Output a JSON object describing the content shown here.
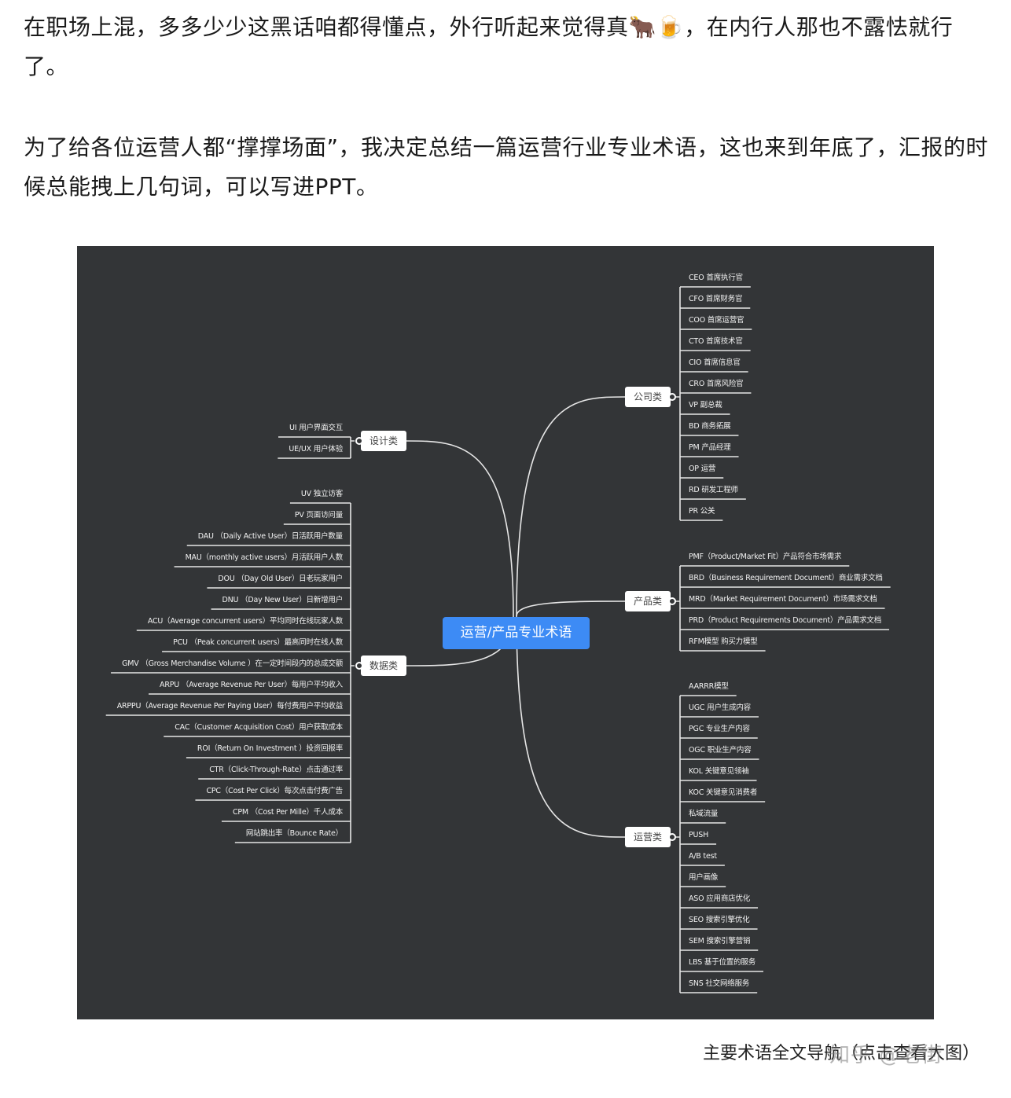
{
  "article": {
    "paragraph_1": "在职场上混，多多少少这黑话咱都得懂点，外行听起来觉得真🐂🍺，在内行人那也不露怯就行了。",
    "paragraph_2": "为了给各位运营人都“撑撑场面”，我决定总结一篇运营行业专业术语，这也来到年底了，汇报的时候总能拽上几句词，可以写进PPT。"
  },
  "mindmap": {
    "center": "运营/产品专业术语",
    "branches": [
      {
        "label": "公司类",
        "side": "right",
        "items": [
          "CEO 首席执行官",
          "CFO 首席财务官",
          "COO 首席运营官",
          "CTO 首席技术官",
          "CIO 首席信息官",
          "CRO 首席风险官",
          "VP 副总裁",
          "BD 商务拓展",
          "PM 产品经理",
          "OP 运营",
          "RD 研发工程师",
          "PR 公关"
        ]
      },
      {
        "label": "产品类",
        "side": "right",
        "items": [
          "PMF（Product/Market Fit）产品符合市场需求",
          "BRD（Business Requirement Document）商业需求文档",
          "MRD（Market Requirement Document）市场需求文档",
          "PRD（Product Requirements Document）产品需求文档",
          "RFM模型 购买力模型"
        ]
      },
      {
        "label": "运营类",
        "side": "right",
        "items": [
          "AARRR模型",
          "UGC 用户生成内容",
          "PGC 专业生产内容",
          "OGC 职业生产内容",
          "KOL 关键意见领袖",
          "KOC 关键意见消费者",
          "私域流量",
          "PUSH",
          "A/B test",
          "用户画像",
          "ASO 应用商店优化",
          "SEO 搜索引擎优化",
          "SEM 搜索引擎营销",
          "LBS 基于位置的服务",
          "SNS 社交网络服务"
        ]
      },
      {
        "label": "设计类",
        "side": "left",
        "items": [
          "UI 用户界面交互",
          "UE/UX 用户体验"
        ]
      },
      {
        "label": "数据类",
        "side": "left",
        "items": [
          "UV 独立访客",
          "PV 页面访问量",
          "DAU （Daily Active User）日活跃用户数量",
          "MAU（monthly active users）月活跃用户人数",
          "DOU （Day Old User）日老玩家用户",
          "DNU （Day New User）日新增用户",
          "ACU（Average concurrent users）平均同时在线玩家人数",
          "PCU （Peak concurrent users）最高同时在线人数",
          "GMV （Gross Merchandise Volume ）在一定时间段内的总成交额",
          "ARPU （Average Revenue Per User）每用户平均收入",
          "ARPPU（Average Revenue Per Paying User）每付费用户平均收益",
          "CAC（Customer Acquisition Cost）用户获取成本",
          "ROI（Return On Investment ）投资回报率",
          "CTR（Click-Through-Rate）点击通过率",
          "CPC（Cost Per Click）每次点击付费广告",
          "CPM （Cost Per Mille）千人成本",
          "网站跳出率（Bounce Rate）"
        ]
      }
    ]
  },
  "caption": "主要术语全文导航（点击查看大图）",
  "watermark": "知乎 @老街",
  "colors": {
    "mindmap_background": "#333537",
    "center_node": "#3d8bf5",
    "connector": "#e6e6e6"
  }
}
